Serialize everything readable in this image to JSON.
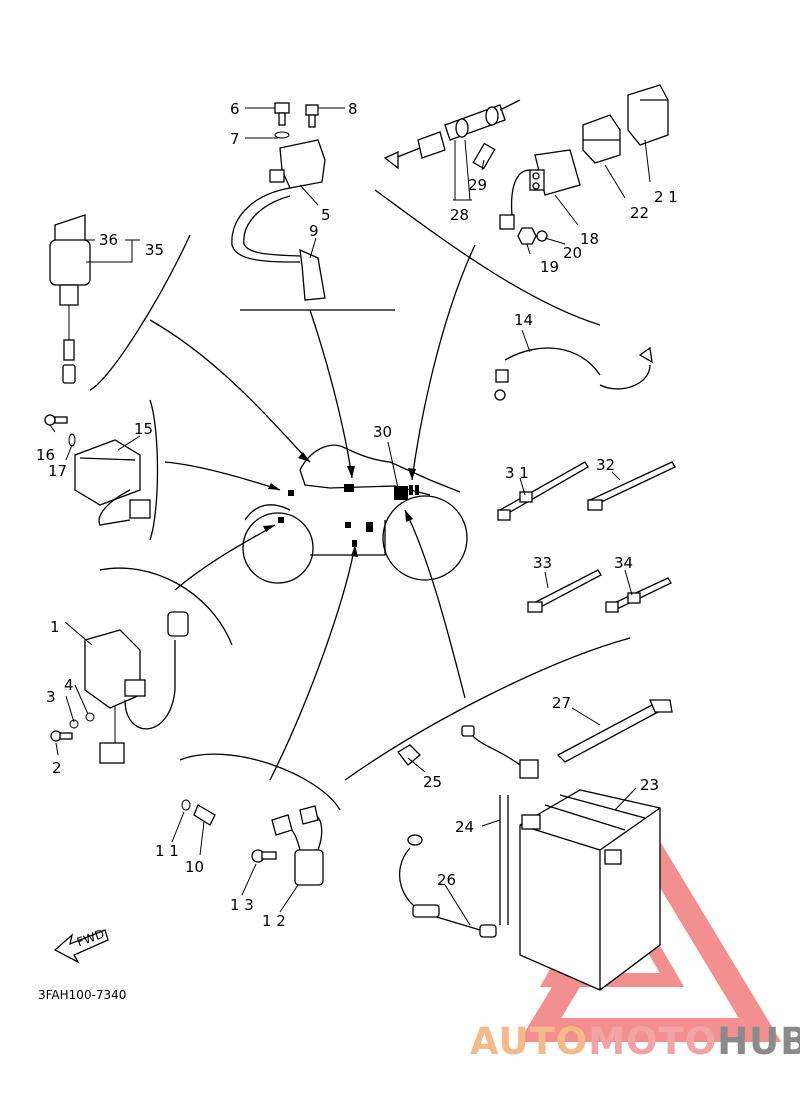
{
  "diagram": {
    "part_code": "3FAH100-7340",
    "fwd_label": "FWD",
    "callouts": [
      {
        "id": "p1",
        "label": "1"
      },
      {
        "id": "p2",
        "label": "2"
      },
      {
        "id": "p3",
        "label": "3"
      },
      {
        "id": "p4",
        "label": "4"
      },
      {
        "id": "p5",
        "label": "5"
      },
      {
        "id": "p6",
        "label": "6"
      },
      {
        "id": "p7",
        "label": "7"
      },
      {
        "id": "p8",
        "label": "8"
      },
      {
        "id": "p9",
        "label": "9"
      },
      {
        "id": "p10",
        "label": "10"
      },
      {
        "id": "p11",
        "label": "1 1"
      },
      {
        "id": "p12",
        "label": "1 2"
      },
      {
        "id": "p13",
        "label": "1 3"
      },
      {
        "id": "p14",
        "label": "14"
      },
      {
        "id": "p15",
        "label": "15"
      },
      {
        "id": "p16",
        "label": "16"
      },
      {
        "id": "p17",
        "label": "17"
      },
      {
        "id": "p18",
        "label": "18"
      },
      {
        "id": "p19",
        "label": "19"
      },
      {
        "id": "p20",
        "label": "20"
      },
      {
        "id": "p21",
        "label": "2 1"
      },
      {
        "id": "p22",
        "label": "22"
      },
      {
        "id": "p23",
        "label": "23"
      },
      {
        "id": "p24",
        "label": "24"
      },
      {
        "id": "p25",
        "label": "25"
      },
      {
        "id": "p26",
        "label": "26"
      },
      {
        "id": "p27",
        "label": "27"
      },
      {
        "id": "p28",
        "label": "28"
      },
      {
        "id": "p29",
        "label": "29"
      },
      {
        "id": "p30",
        "label": "30"
      },
      {
        "id": "p31",
        "label": "3 1"
      },
      {
        "id": "p32",
        "label": "32"
      },
      {
        "id": "p33",
        "label": "33"
      },
      {
        "id": "p34",
        "label": "34"
      },
      {
        "id": "p35",
        "label": "35"
      },
      {
        "id": "p36",
        "label": "36"
      }
    ]
  },
  "watermark": {
    "part1": "AUTO",
    "part2": "MOTO",
    "part3": "HUB",
    "colors": {
      "auto": "#f6b98a",
      "moto": "#f2a3a3",
      "hub": "#8a8a8a",
      "logo": "#ef6a6a"
    }
  }
}
